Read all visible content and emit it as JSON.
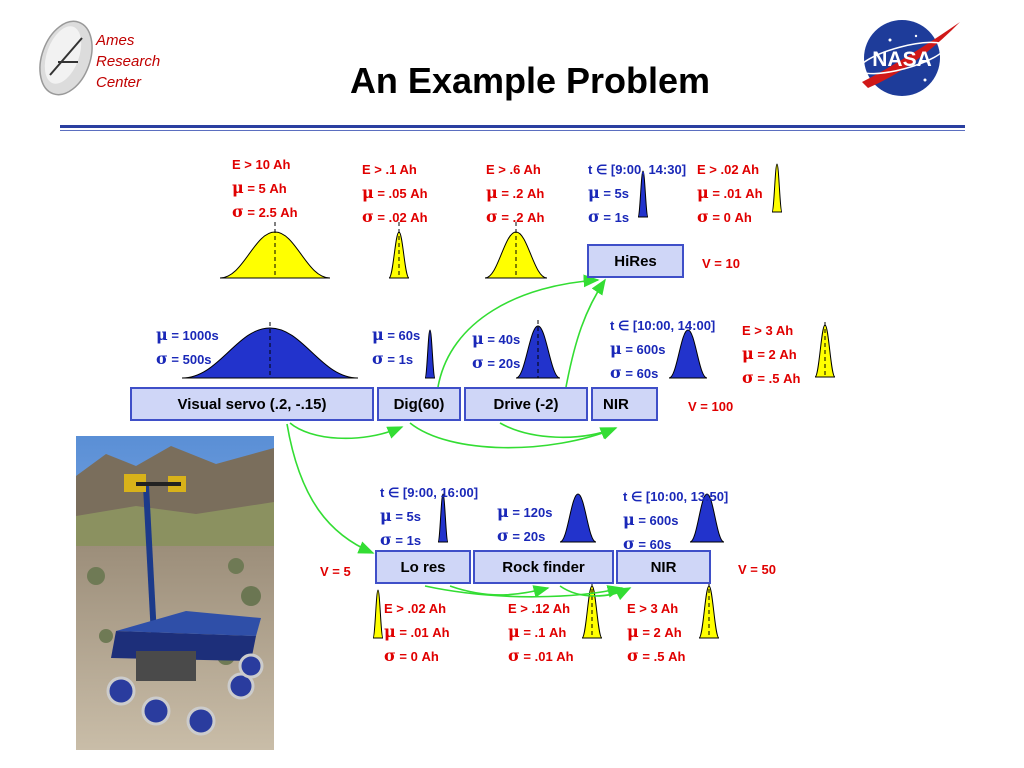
{
  "header": {
    "logo_lines": [
      "Ames",
      "Research",
      "Center"
    ],
    "title": "An Example Problem",
    "nasa_logo": "NASA"
  },
  "tasks": {
    "visual_servo": "Visual servo (.2, -.15)",
    "dig": "Dig(60)",
    "drive": "Drive (-2)",
    "nir_top": "NIR",
    "hires": "HiRes",
    "lo_res": "Lo res",
    "rock_finder": "Rock finder",
    "nir_bottom": "NIR"
  },
  "values": {
    "hires": "V = 10",
    "nir_top": "V = 100",
    "lo_res": "V = 5",
    "nir_bottom": "V = 50"
  },
  "annotations": {
    "visual_servo_energy": {
      "cond": "E > 10 Ah",
      "mu": " = 5 Ah",
      "sigma": " = 2.5 Ah"
    },
    "dig_energy": {
      "cond": "E > .1 Ah",
      "mu": " = .05 Ah",
      "sigma": " = .02 Ah"
    },
    "drive_energy": {
      "cond": "E > .6 Ah",
      "mu": " = .2 Ah",
      "sigma": " = .2 Ah"
    },
    "hires_time": {
      "cond": "t ∈ [9:00, 14:30]",
      "mu": " = 5s",
      "sigma": " = 1s"
    },
    "hires_energy": {
      "cond": "E > .02 Ah",
      "mu": " = .01 Ah",
      "sigma": " = 0 Ah"
    },
    "visual_servo_time": {
      "mu": " = 1000s",
      "sigma": " = 500s"
    },
    "dig_time": {
      "mu": " = 60s",
      "sigma": " = 1s"
    },
    "drive_time": {
      "mu": " = 40s",
      "sigma": " = 20s"
    },
    "nir_top_time": {
      "cond": "t ∈ [10:00, 14:00]",
      "mu": " = 600s",
      "sigma": " = 60s"
    },
    "nir_top_energy": {
      "cond": "E > 3 Ah",
      "mu": " = 2 Ah",
      "sigma": " = .5 Ah"
    },
    "lo_res_time": {
      "cond": "t ∈ [9:00, 16:00]",
      "mu": " = 5s",
      "sigma": " = 1s"
    },
    "rock_finder_time": {
      "mu": " = 120s",
      "sigma": " = 20s"
    },
    "nir_bottom_time": {
      "cond": "t ∈ [10:00, 13:50]",
      "mu": " = 600s",
      "sigma": " = 60s"
    },
    "lo_res_energy": {
      "cond": "E > .02 Ah",
      "mu": " = .01 Ah",
      "sigma": " = 0 Ah"
    },
    "rock_finder_energy": {
      "cond": "E > .12 Ah",
      "mu": " = .1 Ah",
      "sigma": " = .01 Ah"
    },
    "nir_bottom_energy": {
      "cond": "E > 3 Ah",
      "mu": " = 2 Ah",
      "sigma": " = .5 Ah"
    }
  },
  "symbols": {
    "mu": "μ",
    "sigma": "σ"
  },
  "colors": {
    "energy": "#ffff00",
    "time": "#2233cc",
    "arrow": "#33dd33",
    "box_fill": "#cfd6f7",
    "box_border": "#3f4fc8"
  }
}
